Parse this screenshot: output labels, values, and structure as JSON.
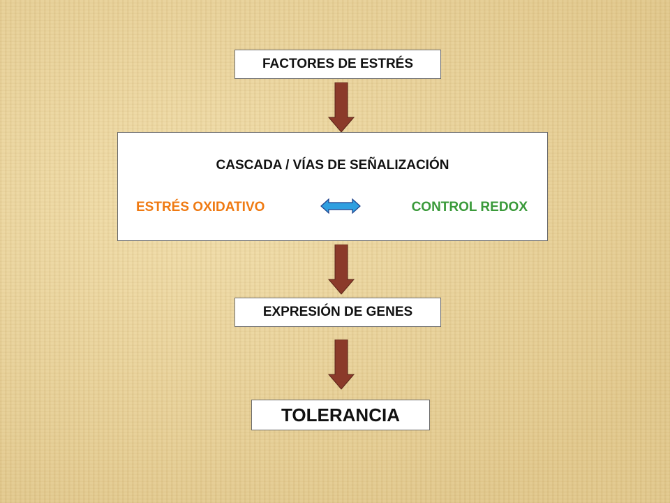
{
  "nodes": {
    "factores": "FACTORES DE ESTRÉS",
    "cascada_title": "CASCADA / VÍAS DE SEÑALIZACIÓN",
    "estres_oxidativo": "ESTRÉS OXIDATIVO",
    "control_redox": "CONTROL REDOX",
    "expresion": "EXPRESIÓN DE GENES",
    "tolerancia": "TOLERANCIA"
  },
  "colors": {
    "arrow_fill": "#8b3a2a",
    "estres_oxidativo": "#ef7a12",
    "control_redox": "#3a9a3a",
    "double_arrow": "#2f9fe0"
  }
}
